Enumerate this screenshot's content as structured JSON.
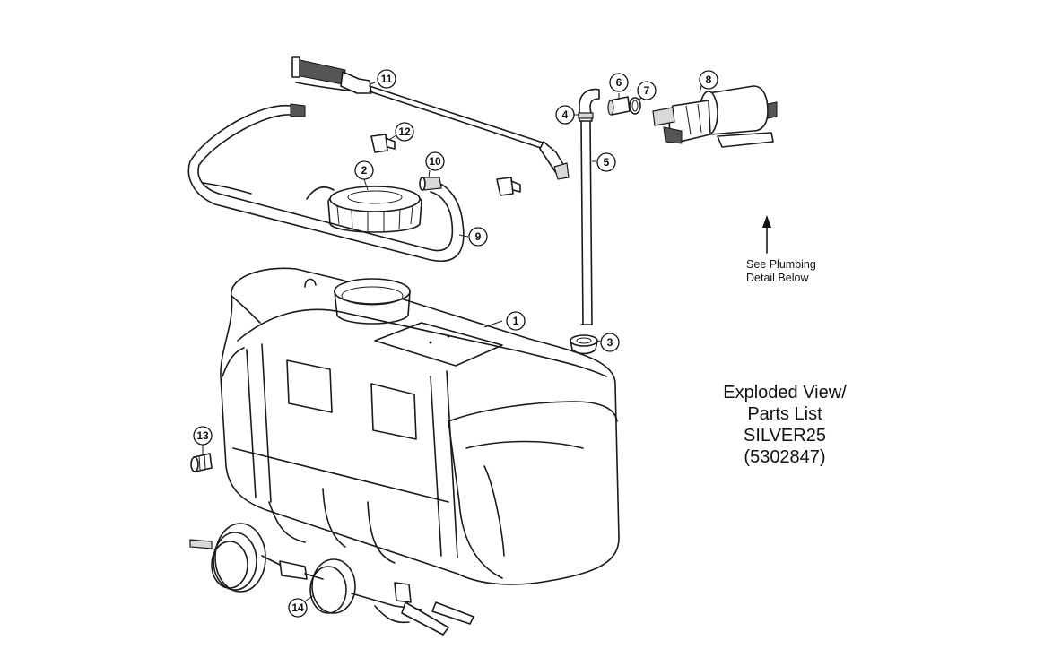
{
  "callouts": [
    "1",
    "2",
    "3",
    "4",
    "5",
    "6",
    "7",
    "8",
    "9",
    "10",
    "11",
    "12",
    "13",
    "14"
  ],
  "note": {
    "line1": "See Plumbing",
    "line2": "Detail Below"
  },
  "title": {
    "line1": "Exploded View/",
    "line2": "Parts List",
    "line3": "SILVER25",
    "line4": "(5302847)"
  }
}
